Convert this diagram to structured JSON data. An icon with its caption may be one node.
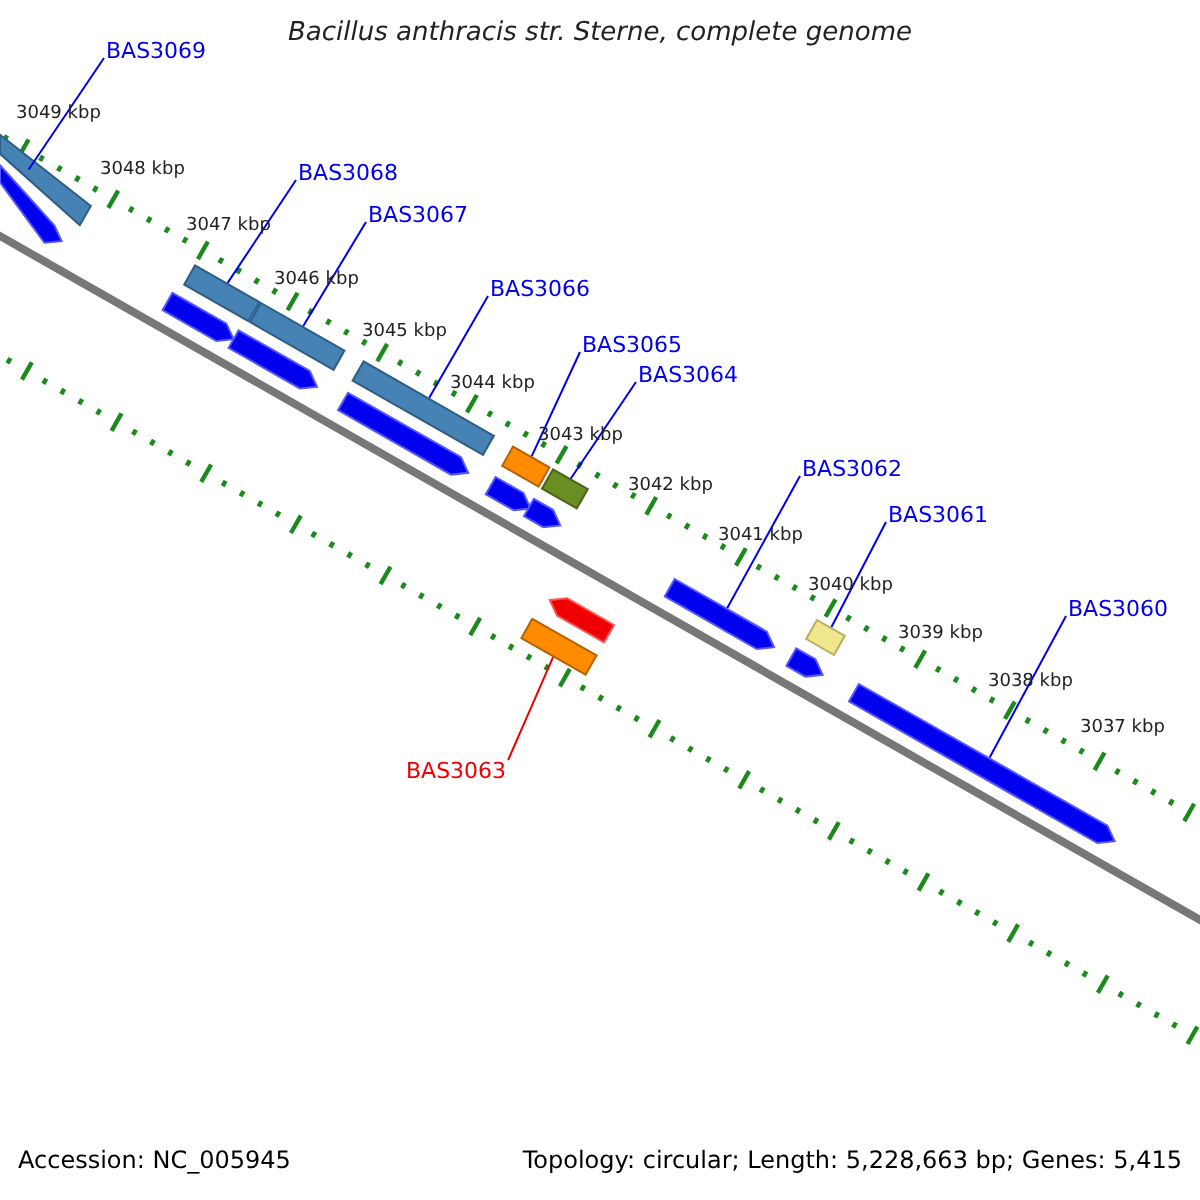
{
  "diagram": {
    "title": "Bacillus anthracis str. Sterne, complete genome",
    "nodes": [
      {
        "text": [
          "BAS3069"
        ]
      },
      {
        "text": [
          "BAS3068"
        ]
      },
      {
        "text": [
          "BAS3067"
        ]
      },
      {
        "text": [
          "BAS3066"
        ]
      },
      {
        "text": [
          "BAS3065"
        ]
      },
      {
        "text": [
          "BAS3064"
        ]
      },
      {
        "text": [
          "BAS3062"
        ]
      },
      {
        "text": [
          "BAS3061"
        ]
      },
      {
        "text": [
          "BAS3060"
        ]
      },
      {
        "text": [
          "BAS3063"
        ]
      },
      {
        "text": [],
        "shape": "bar"
      },
      {
        "text": [],
        "shape": "bar"
      },
      {
        "text": [],
        "shape": "bar"
      },
      {
        "text": [],
        "shape": "bar"
      },
      {
        "text": [],
        "shape": "bar"
      },
      {
        "text": [],
        "shape": "bar"
      },
      {
        "text": [],
        "shape": "bar"
      },
      {
        "text": [],
        "shape": "bar"
      },
      {
        "text": [],
        "shape": "bar"
      },
      {
        "text": [],
        "shape": "bar"
      },
      {
        "text": [],
        "shape": "bar"
      },
      {
        "text": [],
        "shape": "bar"
      },
      {
        "text": [],
        "shape": "bar"
      },
      {
        "text": [],
        "shape": "bar"
      },
      {
        "text": [],
        "shape": "bar"
      },
      {
        "text": [],
        "shape": "bar"
      },
      {
        "text": [],
        "shape": "bar"
      },
      {
        "text": [],
        "shape": "bar"
      }
    ],
    "edges": [
      {
        "from": 0,
        "to": 10,
        "arrow": "none"
      },
      {
        "from": 1,
        "to": 11,
        "arrow": "none"
      },
      {
        "from": 2,
        "to": 12,
        "arrow": "none"
      },
      {
        "from": 3,
        "to": 13,
        "arrow": "none"
      },
      {
        "from": 4,
        "to": 14,
        "arrow": "none"
      },
      {
        "from": 5,
        "to": 15,
        "arrow": "none"
      },
      {
        "from": 6,
        "to": 16,
        "arrow": "none"
      },
      {
        "from": 7,
        "to": 17,
        "arrow": "none"
      },
      {
        "from": 8,
        "to": 18,
        "arrow": "none"
      },
      {
        "from": 9,
        "to": 19,
        "arrow": "none",
        "color": "#ee0000"
      }
    ],
    "labels": [
      "3049 kbp",
      "3048 kbp",
      "3047 kbp",
      "3046 kbp",
      "3045 kbp",
      "3044 kbp",
      "3043 kbp",
      "3042 kbp",
      "3041 kbp",
      "3040 kbp",
      "3039 kbp",
      "3038 kbp",
      "3037 kbp",
      "Accession: NC_005945",
      "Topology: circular; Length: 5,228,663 bp; Genes: 5,415"
    ]
  }
}
